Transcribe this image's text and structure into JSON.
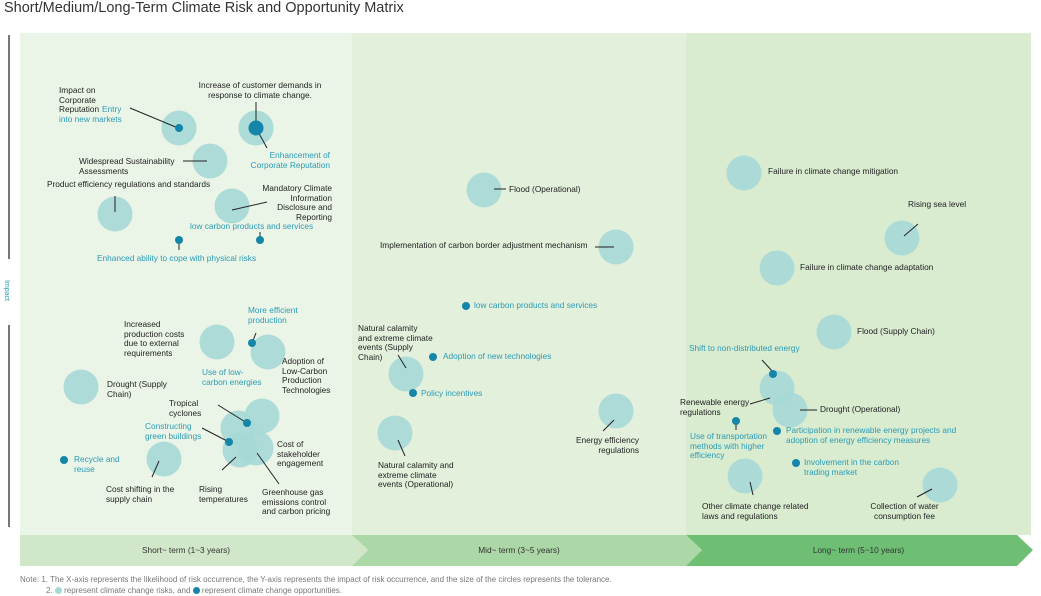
{
  "title": "Short/Medium/Long-Term Climate Risk and Opportunity Matrix",
  "y_axis_label": "Impact",
  "terms": [
    "Short~ term (1~3 years)",
    "Mid~ term (3~5 years)",
    "Long~ term (5~10 years)"
  ],
  "colors": {
    "risk": "#a6d8d6",
    "opportunity": "#1585a8",
    "opportunity_text": "#2a9bb5"
  },
  "items": [
    {
      "label": "Impact on Corporate Reputation",
      "kind": "risk",
      "term": "short"
    },
    {
      "label": "Entry into new markets",
      "kind": "opportunity",
      "term": "short"
    },
    {
      "label": "Increase of customer demands in response to climate change.",
      "kind": "risk",
      "term": "short"
    },
    {
      "label": "Enhancement of Corporate Reputation",
      "kind": "opportunity",
      "term": "short"
    },
    {
      "label": "Widespread Sustainability Assessments",
      "kind": "risk",
      "term": "short"
    },
    {
      "label": "Product efficiency regulations and standards",
      "kind": "risk",
      "term": "short"
    },
    {
      "label": "Mandatory Climate Information Disclosure and Reporting",
      "kind": "risk",
      "term": "short"
    },
    {
      "label": "low carbon products and services",
      "kind": "opportunity",
      "term": "short"
    },
    {
      "label": "Enhanced ability to cope with physical risks",
      "kind": "opportunity",
      "term": "short"
    },
    {
      "label": "Increased production costs due to external requirements",
      "kind": "risk",
      "term": "short"
    },
    {
      "label": "More efficient production",
      "kind": "opportunity",
      "term": "short"
    },
    {
      "label": "Adoption of Low-Carbon Production Technologies",
      "kind": "risk",
      "term": "short"
    },
    {
      "label": "Use of low-carbon energies",
      "kind": "opportunity",
      "term": "short"
    },
    {
      "label": "Drought (Supply Chain)",
      "kind": "risk",
      "term": "short"
    },
    {
      "label": "Tropical cyclones",
      "kind": "risk",
      "term": "short"
    },
    {
      "label": "Constructing green buildings",
      "kind": "opportunity",
      "term": "short"
    },
    {
      "label": "Cost of stakeholder engagement",
      "kind": "risk",
      "term": "short"
    },
    {
      "label": "Rising temperatures",
      "kind": "risk",
      "term": "short"
    },
    {
      "label": "Greenhouse gas emissions control and carbon pricing",
      "kind": "risk",
      "term": "short"
    },
    {
      "label": "Cost shifting in the supply chain",
      "kind": "risk",
      "term": "short"
    },
    {
      "label": "Recycle and reuse",
      "kind": "opportunity",
      "term": "short"
    },
    {
      "label": "Flood (Operational)",
      "kind": "risk",
      "term": "mid"
    },
    {
      "label": "Implementation of carbon border adjustment mechanism",
      "kind": "risk",
      "term": "mid"
    },
    {
      "label": "low carbon products and services",
      "kind": "opportunity",
      "term": "mid"
    },
    {
      "label": "Natural calamity and extreme climate events (Supply Chain)",
      "kind": "risk",
      "term": "mid"
    },
    {
      "label": "Adoption of new technologies",
      "kind": "opportunity",
      "term": "mid"
    },
    {
      "label": "Policy incentives",
      "kind": "opportunity",
      "term": "mid"
    },
    {
      "label": "Natural calamity and extreme climate events (Operational)",
      "kind": "risk",
      "term": "mid"
    },
    {
      "label": "Energy efficiency regulations",
      "kind": "risk",
      "term": "mid"
    },
    {
      "label": "Failure in climate change mitigation",
      "kind": "risk",
      "term": "long"
    },
    {
      "label": "Rising sea level",
      "kind": "risk",
      "term": "long"
    },
    {
      "label": "Failure in climate change adaptation",
      "kind": "risk",
      "term": "long"
    },
    {
      "label": "Flood (Supply Chain)",
      "kind": "risk",
      "term": "long"
    },
    {
      "label": "Shift to non-distributed energy",
      "kind": "opportunity",
      "term": "long"
    },
    {
      "label": "Renewable energy regulations",
      "kind": "risk",
      "term": "long"
    },
    {
      "label": "Drought (Operational)",
      "kind": "risk",
      "term": "long"
    },
    {
      "label": "Use of transportation methods with higher efficiency",
      "kind": "opportunity",
      "term": "long"
    },
    {
      "label": "Participation in renewable energy projects and adoption of energy efficiency measures",
      "kind": "opportunity",
      "term": "long"
    },
    {
      "label": "Involvement in the carbon trading market",
      "kind": "opportunity",
      "term": "long"
    },
    {
      "label": "Other climate change related laws and regulations",
      "kind": "risk",
      "term": "long"
    },
    {
      "label": "Collection of water consumption fee",
      "kind": "risk",
      "term": "long"
    }
  ],
  "note": {
    "prefix": "Note:",
    "line1": "1. The X-axis represents the likelihood of risk occurrence, the Y-axis represents the impact of risk occurrence, and the size of the circles represents the tolerance.",
    "line2_a": "2.",
    "line2_b": "represent climate change risks, and",
    "line2_c": "represent climate change opportunities."
  }
}
